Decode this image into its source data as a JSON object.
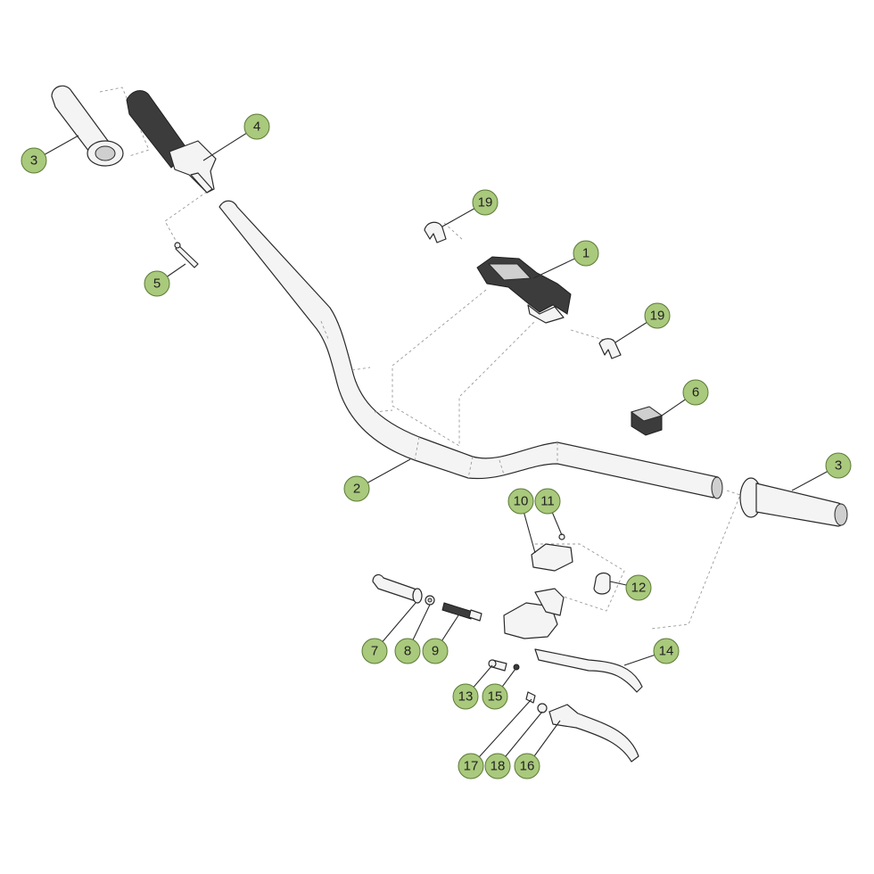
{
  "diagram": {
    "callout_style": {
      "fill": "#a9c97c",
      "stroke": "#5c7a36",
      "text": "#222222"
    },
    "callouts": [
      {
        "id": "c3a",
        "label": "3"
      },
      {
        "id": "c4",
        "label": "4"
      },
      {
        "id": "c19a",
        "label": "19"
      },
      {
        "id": "c1",
        "label": "1"
      },
      {
        "id": "c19b",
        "label": "19"
      },
      {
        "id": "c5",
        "label": "5"
      },
      {
        "id": "c6",
        "label": "6"
      },
      {
        "id": "c3b",
        "label": "3"
      },
      {
        "id": "c2",
        "label": "2"
      },
      {
        "id": "c10",
        "label": "10"
      },
      {
        "id": "c11",
        "label": "11"
      },
      {
        "id": "c12",
        "label": "12"
      },
      {
        "id": "c7",
        "label": "7"
      },
      {
        "id": "c8",
        "label": "8"
      },
      {
        "id": "c9",
        "label": "9"
      },
      {
        "id": "c14",
        "label": "14"
      },
      {
        "id": "c13",
        "label": "13"
      },
      {
        "id": "c15",
        "label": "15"
      },
      {
        "id": "c17",
        "label": "17"
      },
      {
        "id": "c18",
        "label": "18"
      },
      {
        "id": "c16",
        "label": "16"
      }
    ]
  }
}
